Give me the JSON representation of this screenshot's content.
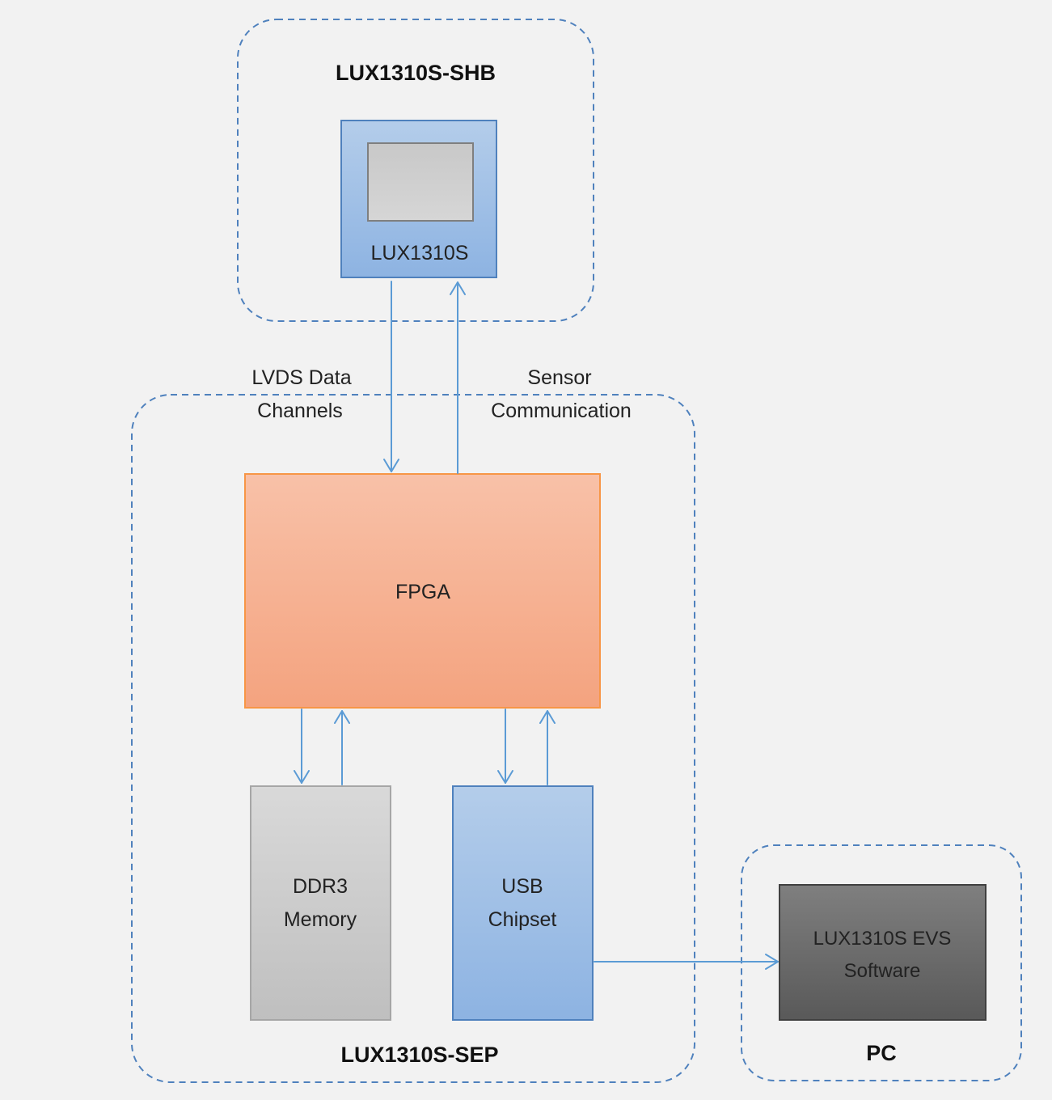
{
  "groups": {
    "shb": {
      "title": "LUX1310S-SHB"
    },
    "sep": {
      "title": "LUX1310S-SEP"
    },
    "pc": {
      "title": "PC"
    }
  },
  "blocks": {
    "sensor": {
      "label": "LUX1310S"
    },
    "fpga": {
      "label": "FPGA"
    },
    "ddr3": {
      "line1": "DDR3",
      "line2": "Memory"
    },
    "usb": {
      "line1": "USB",
      "line2": "Chipset"
    },
    "evs": {
      "line1": "LUX1310S EVS",
      "line2": "Software"
    }
  },
  "connections": {
    "lvds": {
      "line1": "LVDS Data",
      "line2": "Channels"
    },
    "sensor_comm": {
      "line1": "Sensor",
      "line2": "Communication"
    }
  },
  "colors": {
    "group_border": "#4f81bd",
    "arrow": "#5b9bd5",
    "blue_block_top": "#b4cdea",
    "blue_block_bottom": "#8db3e2",
    "fpga_top": "#f8c1a8",
    "fpga_bottom": "#f4a37f",
    "gray_block_top": "#d9d9d9",
    "gray_block_bottom": "#bfbfbf",
    "evs_top": "#7f7f7f",
    "evs_bottom": "#595959"
  }
}
